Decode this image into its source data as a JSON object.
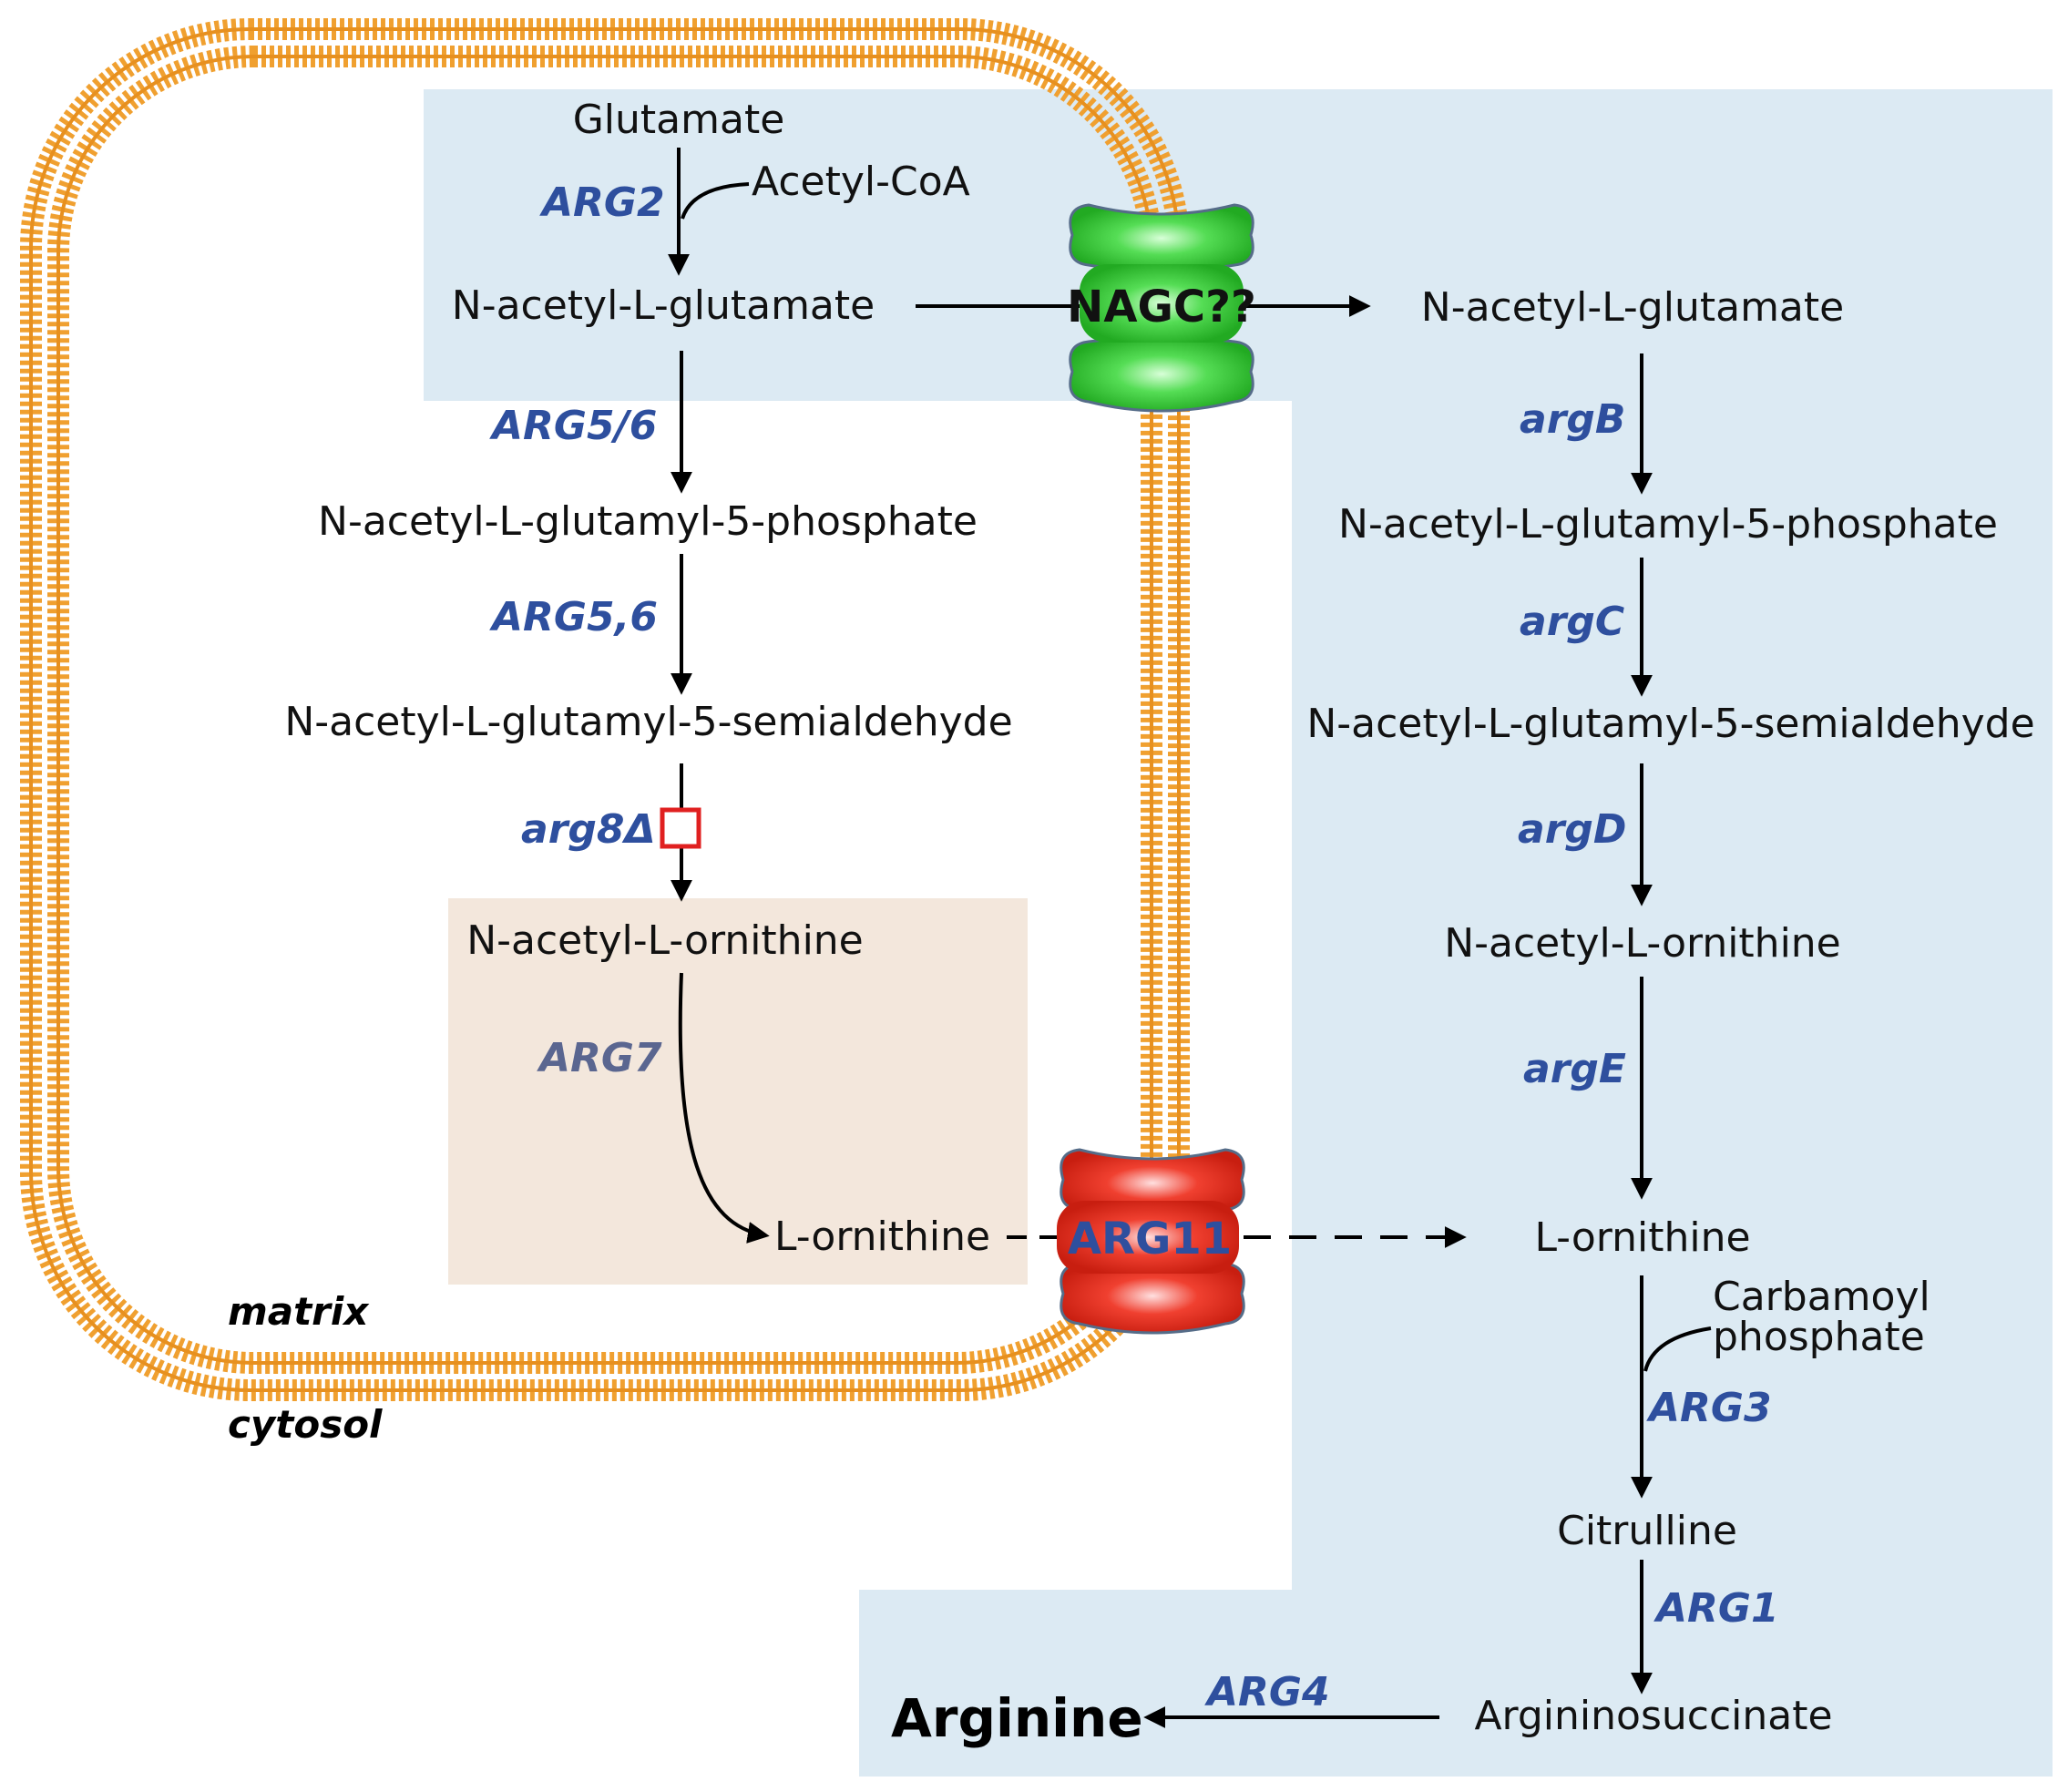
{
  "compartments": {
    "matrix": "matrix",
    "cytosol": "cytosol"
  },
  "mitochondrial_pathway": {
    "glutamate": "Glutamate",
    "acetyl_coa": "Acetyl-CoA",
    "nag": "N-acetyl-L-glutamate",
    "nagp": "N-acetyl-L-glutamyl-5-phosphate",
    "nags": "N-acetyl-L-glutamyl-5-semialdehyde",
    "nao": "N-acetyl-L-ornithine",
    "orn": "L-ornithine",
    "enzymes": {
      "arg2": "ARG2",
      "arg56_slash": "ARG5/6",
      "arg56_comma": "ARG5,6",
      "arg8": "arg8Δ",
      "arg7": "ARG7"
    }
  },
  "cytosolic_pathway": {
    "nag": "N-acetyl-L-glutamate",
    "nagp": "N-acetyl-L-glutamyl-5-phosphate",
    "nags": "N-acetyl-L-glutamyl-5-semialdehyde",
    "nao": "N-acetyl-L-ornithine",
    "orn": "L-ornithine",
    "carbamoyl_1": "Carbamoyl",
    "carbamoyl_2": "phosphate",
    "citrulline": "Citrulline",
    "argininosuccinate": "Argininosuccinate",
    "arginine": "Arginine",
    "enzymes": {
      "argB": "argB",
      "argC": "argC",
      "argD": "argD",
      "argE": "argE",
      "arg3": "ARG3",
      "arg1": "ARG1",
      "arg4": "ARG4"
    }
  },
  "transporters": {
    "nagc": "NAGC??",
    "arg11": "ARG11"
  },
  "colors": {
    "cytosol_bg": "#DCEAF3",
    "matrix_box": "#F3E7DC",
    "membrane": "#F0A030",
    "nagc": "#33CC33",
    "arg11": "#E83020",
    "enzyme_text": "#2E4F9E",
    "deletion_box": "#E02020"
  }
}
